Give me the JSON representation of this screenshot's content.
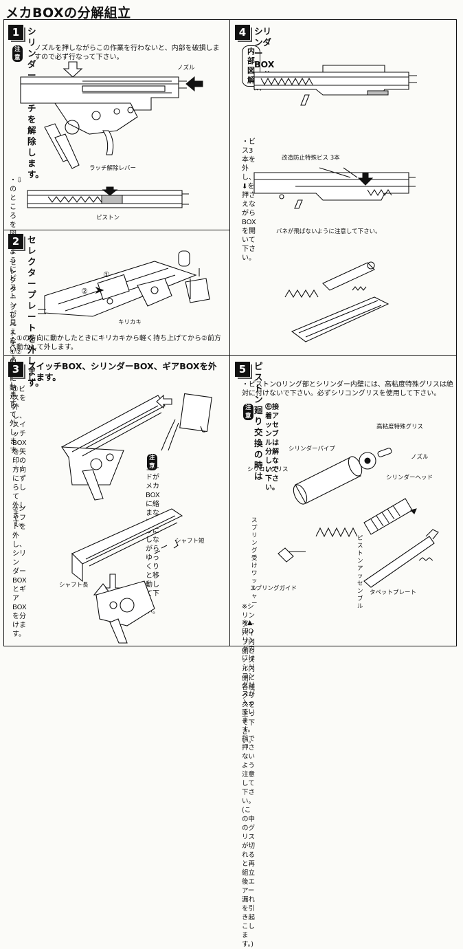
{
  "page_title": "メカBOXの分解組立",
  "caution_badge": "注意",
  "sections": {
    "s1": {
      "number": "1",
      "heading": "シリンダーラッチを解除します。",
      "caution_text": "ノズルを押しながらこの作業を行わないと、内部を破損しますので必ず行なって下さい。",
      "label_nozzle": "ノズル",
      "label_latch_lever": "ラッチ解除レバー",
      "instruction": "・⇩のところを図のようにピストンが見えないようにします。",
      "label_piston": "ピストン"
    },
    "s2": {
      "number": "2",
      "heading": "セレクタープレートを外します。",
      "instruction_1": "・セレクタープレートを①②\nの順に動かして外します。",
      "marker_1": "①",
      "marker_2": "②",
      "label_kirikaki": "キリカキ",
      "instruction_2": "・①の方向に動かしたときにキリカキから軽く持ち上げてから②前方へ動かして外します。"
    },
    "s3": {
      "number": "3",
      "heading": "スイッチBOX、シリンダーBOX、ギアBOXを外します。",
      "step_1": "①ビスを外し、スイッチBOX\nを矢印の方向にずらして\n外します。",
      "caution_text": "コードがメカBOXに絡\nまないようにしながら\nゆっくりと移動して下\nさい。",
      "step_2": "②シャフトを外し、シリン\nダーBOXとギアBOXを分\nけます。",
      "label_shaft_short": "シャフト短",
      "label_shaft_long": "シャフト長"
    },
    "s4": {
      "number": "4",
      "heading": "シリンダーBOXの分解",
      "internal_view": "内部図解",
      "instruction": "・ビス3本を外し、⬇を押さえながらBOXを開いて下さい。",
      "label_screws": "改造防止特殊ビス 3本",
      "spring_caution": "バネが飛ばないように注意して下さい。"
    },
    "s5": {
      "number": "5",
      "heading": "ピストン廻り交換の時は",
      "instruction": "・ピストンOリング部とシリンダー内壁には、高粘度特殊グリスは絶対に付けないで下さい。必ずシリコングリスを使用して下さい。",
      "caution_text": "㊧接着アッセンブルは分解しないで下さい。",
      "label_high_grease": "高粘度特殊グリス",
      "label_cylinder_pipe": "シリンダーパイプ",
      "label_nozzle": "ノズル",
      "label_silicon_grease": "シリコングリス",
      "label_cylinder_head": "シリンダーヘッド",
      "label_spring_washer": "スプリング受け\nワッシャー",
      "label_piston_assembly": "ピストン\nアッセンブル",
      "label_spring_guide": "スプリングガイド",
      "label_tappet_plate": "タペットプレート",
      "note_1": "※シリンダーパイプ内側とノズル内側に各種グリスを塗って下さい。",
      "note_2": "※▲印Oリング内にはシリコングリスが入っています。\n指で押さないよう注意して下さい。(この中のグリスが切れると再\n組立後エアー漏れを引き起こします。)"
    }
  }
}
